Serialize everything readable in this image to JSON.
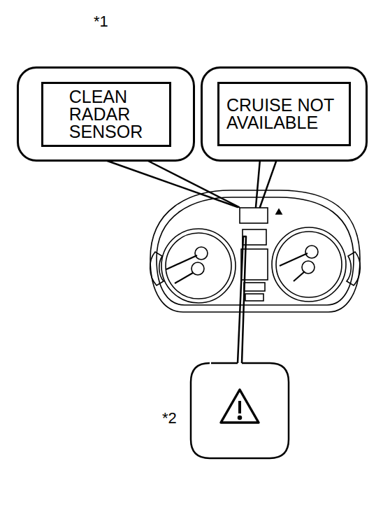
{
  "diagram": {
    "nodes": [
      {
        "text": [
          "CLEAN RADAR SENSOR"
        ]
      },
      {
        "text": [
          "CRUISE NOT AVAILABLE"
        ]
      }
    ],
    "labels": [
      "*1",
      "*2"
    ]
  }
}
